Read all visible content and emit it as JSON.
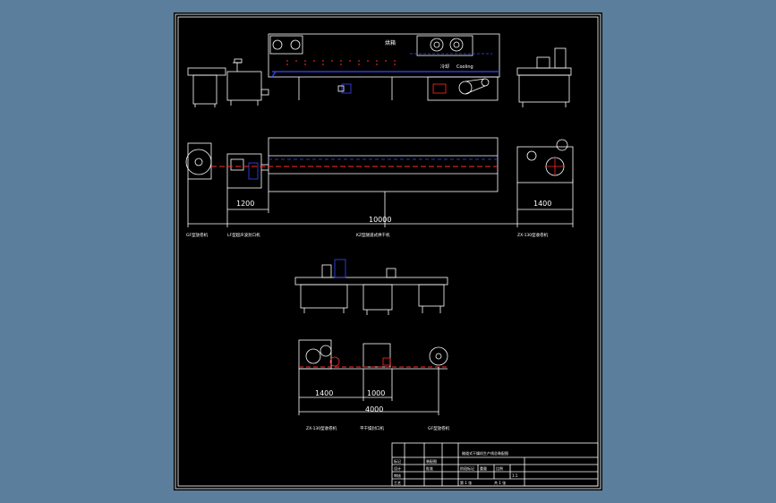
{
  "viewer": {
    "background_color": "#5a7e9c",
    "sheet_color": "#000000",
    "line_color": "#ffffff",
    "accent_red": "#ff2a2a",
    "accent_blue": "#3a46ff"
  },
  "drawing": {
    "top_view": {
      "label_heat": "烘箱",
      "label_cool": "冷却",
      "label_cooling_en": "Cooling"
    },
    "plan_view": {
      "dim_left": "1200",
      "dim_total": "10000",
      "dim_right": "1400",
      "label_left_machine": "GF型放卷机",
      "label_mid_left": "LF型超声波封口机",
      "label_oven": "KZ型隧道式烘干机",
      "label_right": "ZX-130型收卷机"
    },
    "second_line": {
      "dim_left": "1400",
      "dim_mid": "1000",
      "dim_total": "4000",
      "label_left": "ZX-130型收卷机",
      "label_mid": "平干燥封口机",
      "label_right": "GF型放卷机"
    },
    "title_block": {
      "title": "隧道式干燥机生产线总装配图",
      "revision_label": "标记",
      "design_label": "设计",
      "check_label": "审核",
      "approve_label": "批准",
      "process_label": "工艺",
      "stage_label": "阶段标记",
      "weight_label": "重量",
      "scale_label": "比例",
      "scale_value": "1:1",
      "sheet_label": "第 1 张",
      "sheets_total": "共 1 张",
      "part_label": "装配图"
    }
  }
}
